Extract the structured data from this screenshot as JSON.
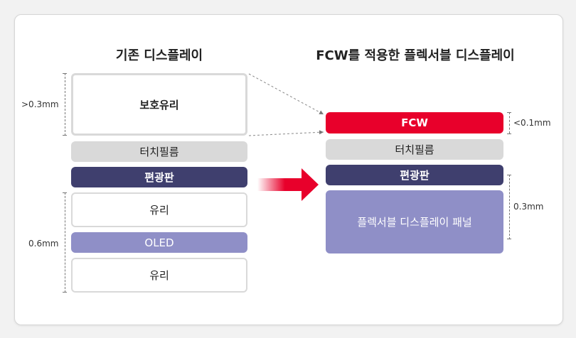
{
  "left": {
    "title": "기존 디스플레이",
    "layers": {
      "glass_top": "보호유리",
      "touch_film": "터치필름",
      "polarizer": "편광판",
      "glass_mid": "유리",
      "oled": "OLED",
      "glass_bottom": "유리"
    },
    "dims": {
      "top": ">0.3mm",
      "bottom": "0.6mm"
    }
  },
  "right": {
    "title": "FCW를 적용한 플렉서블 디스플레이",
    "layers": {
      "fcw": "FCW",
      "touch_film": "터치필름",
      "polarizer": "편광판",
      "panel": "플렉서블 디스플레이 패널"
    },
    "dims": {
      "top": "<0.1mm",
      "bottom": "0.3mm"
    }
  },
  "colors": {
    "accent_red": "#e8002b",
    "navy": "#3f3f6e",
    "lavender": "#8f8fc7",
    "gray": "#d9d9d9"
  },
  "icons": {
    "transition": "right-arrow-icon"
  }
}
